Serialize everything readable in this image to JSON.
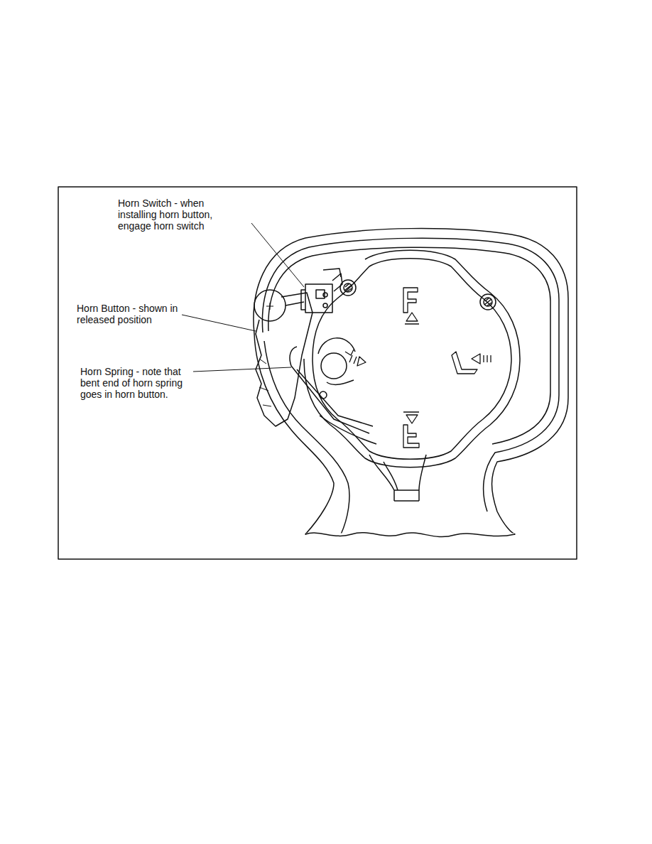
{
  "diagram": {
    "labels": [
      "Horn Switch - when installing horn button, engage horn switch",
      "Horn Button - shown in released position",
      "Horn Spring - note that bent end of horn spring goes in horn button."
    ]
  }
}
